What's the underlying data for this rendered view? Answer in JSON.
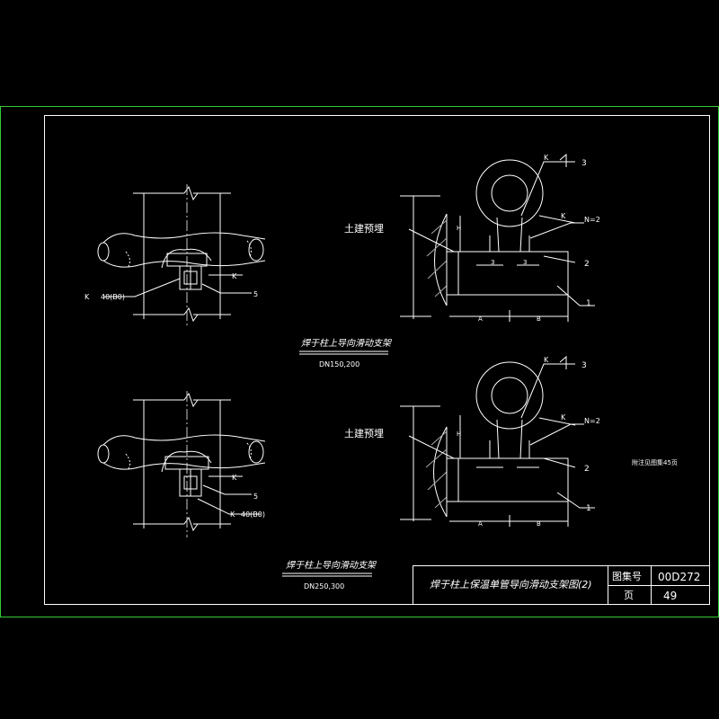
{
  "colors": {
    "background": "#000000",
    "border": "#33cc33",
    "line": "#ffffff",
    "centerline": "#c8c8c8"
  },
  "views": {
    "top_left": {
      "title": "焊于柱上导向滑动支架",
      "subtitle": "DN150,200",
      "weld_main": "40(B0)",
      "weld_side": "K",
      "part": "5"
    },
    "bottom_left": {
      "title": "焊于柱上导向滑动支架",
      "subtitle": "DN250,300",
      "weld_main": "40(B0)",
      "weld_side": "K",
      "part": "5"
    },
    "top_right": {
      "embed_label": "土建预埋",
      "weld_k": "K",
      "n_label": "N=2",
      "dim_h": "H",
      "dim_a": "A",
      "dim_b": "B",
      "dim_3": "3",
      "parts": [
        "3",
        "2",
        "1"
      ]
    },
    "bottom_right": {
      "embed_label": "土建预埋",
      "weld_k": "K",
      "n_label": "N=2",
      "dim_h": "H",
      "dim_a": "A",
      "dim_b": "B",
      "parts": [
        "3",
        "2",
        "1"
      ]
    }
  },
  "note": "附注见图集45页",
  "title_block": {
    "drawing_title": "焊于柱上保温单管导向滑动支架图(2)",
    "atlas_label": "图集号",
    "atlas_no": "00D272",
    "page_label": "页",
    "page_no": "49"
  }
}
